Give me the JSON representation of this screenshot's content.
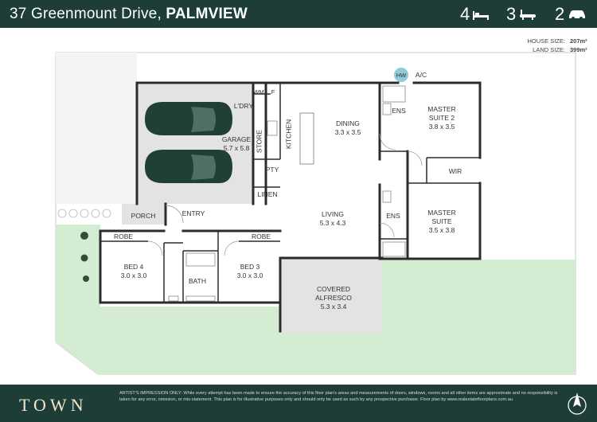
{
  "header": {
    "address_street": "37 Greenmount Drive,",
    "address_suburb": "PALMVIEW",
    "bedrooms": "4",
    "bathrooms": "3",
    "car_spaces": "2",
    "bed_icon": "bed-icon",
    "bath_icon": "bath-icon",
    "car_icon": "car-icon"
  },
  "sizes": {
    "house_label": "HOUSE SIZE:",
    "house_value": "207m²",
    "land_label": "LAND SIZE:",
    "land_value": "399m²"
  },
  "rooms": {
    "hw": "HW",
    "ac": "A/C",
    "wm": "WM",
    "f": "F",
    "ldry": "L'DRY",
    "store": "STORE",
    "kitchen": "KITCHEN",
    "pty": "PTY",
    "linen": "LINEN",
    "garage_name": "GARAGE",
    "garage_dim": "5.7 x 5.8",
    "dining_name": "DINING",
    "dining_dim": "3.3 x 3.5",
    "ens1": "ENS",
    "ens2": "ENS",
    "master2_name1": "MASTER",
    "master2_name2": "SUITE 2",
    "master2_dim": "3.8 x 3.5",
    "wir": "WIR",
    "master_name1": "MASTER",
    "master_name2": "SUITE",
    "master_dim": "3.5 x 3.8",
    "porch": "PORCH",
    "entry": "ENTRY",
    "living_name": "LIVING",
    "living_dim": "5.3 x 4.3",
    "robe1": "ROBE",
    "robe2": "ROBE",
    "bed4_name": "BED 4",
    "bed4_dim": "3.0 x 3.0",
    "bath": "BATH",
    "bed3_name": "BED 3",
    "bed3_dim": "3.0 x 3.0",
    "alfresco_name1": "COVERED",
    "alfresco_name2": "ALFRESCO",
    "alfresco_dim": "5.3 x 3.4"
  },
  "footer": {
    "brand": "TOWN",
    "disclaimer": "ARTIST'S IMPRESSION ONLY: While every attempt has been made to ensure the accuracy of this floor plan's areas and measurements of doors, windows, rooms and all other items are approximate and no responsibility is taken for any error, omission, or mis-statement. This plan is for illustrative purposes only and should only be used as such by any prospective purchaser. Floor plan by www.realestatefloorplans.com.au",
    "compass_icon": "north-compass-icon"
  },
  "colors": {
    "header_bg": "#1e3d36",
    "lawn": "#d4ecd2",
    "garage_floor": "#e3e3e3",
    "wall": "#2b2b2b",
    "car": "#1f3f37",
    "hw_marker": "#8fcbd9"
  }
}
